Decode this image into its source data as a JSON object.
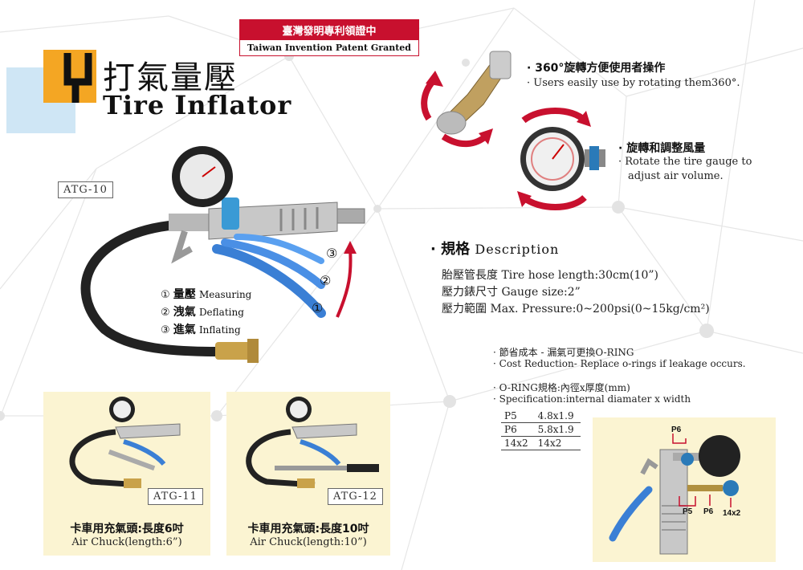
{
  "patent": {
    "zh": "臺灣發明專利領證中",
    "en": "Taiwan Invention Patent Granted"
  },
  "title": {
    "zh": "打氣量壓",
    "en": "Tire Inflator"
  },
  "main_model": "ATG-10",
  "numbers": [
    "③",
    "②",
    "①"
  ],
  "functions": [
    {
      "num": "①",
      "zh": "量壓",
      "en": "Measuring"
    },
    {
      "num": "②",
      "zh": "洩氣",
      "en": "Deflating"
    },
    {
      "num": "③",
      "zh": "進氣",
      "en": "Inflating"
    }
  ],
  "features": [
    {
      "zh": "360°旋轉方便使用者操作",
      "en": "Users easily use by rotating them360°."
    },
    {
      "zh": "旋轉和調整風量",
      "en_line1": "Rotate the tire gauge to",
      "en_line2": "adjust air volume."
    }
  ],
  "specs": {
    "heading_zh": "規格",
    "heading_en": "Description",
    "lines": [
      "胎壓管長度 Tire hose length:30cm(10”)",
      "壓力錶尺寸 Gauge size:2”",
      "壓力範圍 Max. Pressure:0~200psi(0~15kg/cm²)"
    ]
  },
  "notes": {
    "cost_zh": "節省成本 - 漏氣可更換O-RING",
    "cost_en": "Cost Reduction- Replace o-rings if leakage occurs.",
    "oring_zh": "O-RING規格:內徑x厚度(mm)",
    "oring_en": "Specification:internal diamater x width",
    "table": [
      [
        "P5",
        "4.8x1.9"
      ],
      [
        "P6",
        "5.8x1.9"
      ],
      [
        "14x2",
        "14x2"
      ]
    ]
  },
  "diagram_labels": {
    "top": "P6",
    "p5": "P5",
    "p6": "P6",
    "size": "14x2"
  },
  "variants": [
    {
      "model": "ATG-11",
      "zh": "卡車用充氣頭:長度6吋",
      "en": "Air Chuck(length:6”)"
    },
    {
      "model": "ATG-12",
      "zh": "卡車用充氣頭:長度10吋",
      "en": "Air Chuck(length:10”)"
    }
  ],
  "colors": {
    "accent_red": "#c8102e",
    "orange": "#f4a623",
    "light_blue": "#cfe6f5",
    "lever_blue": "#3a7fd5",
    "panel_yellow": "#fbf4d2"
  }
}
